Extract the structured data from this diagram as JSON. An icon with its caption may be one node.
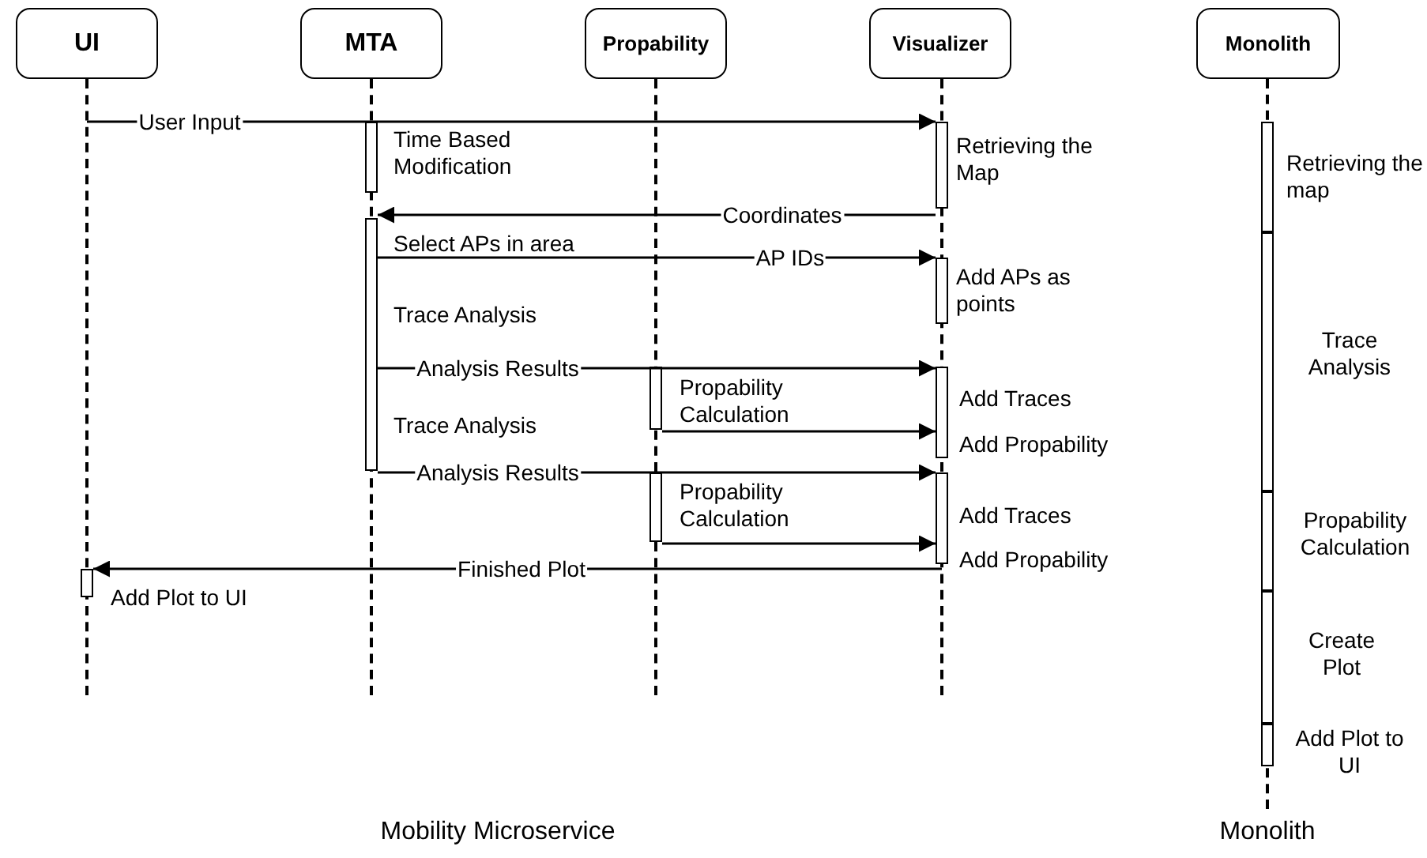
{
  "diagram": {
    "nodes": [
      {
        "text": [
          "UI"
        ]
      },
      {
        "text": [
          "MTA"
        ]
      },
      {
        "text": [
          "Propability"
        ]
      },
      {
        "text": [
          "Visualizer"
        ]
      },
      {
        "text": [
          "Monolith"
        ]
      },
      {
        "text": [],
        "shape": "line"
      },
      {
        "text": [],
        "shape": "line"
      },
      {
        "text": [],
        "shape": "line"
      },
      {
        "text": [],
        "shape": "line"
      },
      {
        "text": [],
        "shape": "line"
      },
      {
        "text": [],
        "shape": "bar",
        "beside": [
          "Time Based Modification"
        ]
      },
      {
        "text": [],
        "shape": "bar",
        "beside": [
          "Retrieving the Map"
        ]
      },
      {
        "text": [],
        "shape": "bar",
        "beside": [
          "Select APs in area",
          "Trace Analysis",
          "Trace Analysis"
        ]
      },
      {
        "text": [],
        "shape": "bar",
        "beside": [
          "Add APs as points"
        ]
      },
      {
        "text": [],
        "shape": "bar",
        "beside": [
          "Propability Calculation"
        ]
      },
      {
        "text": [],
        "shape": "bar",
        "beside": [
          "Add Traces",
          "Add Propability"
        ]
      },
      {
        "text": [],
        "shape": "bar",
        "beside": [
          "Propability Calculation"
        ]
      },
      {
        "text": [],
        "shape": "bar",
        "beside": [
          "Add Traces",
          "Add Propability"
        ]
      },
      {
        "text": [],
        "shape": "bar",
        "beside": [
          "Add Plot to UI"
        ]
      },
      {
        "text": [],
        "shape": "bar",
        "beside": [
          "Retrieving the map"
        ]
      },
      {
        "text": [],
        "shape": "bar",
        "beside": [
          "Trace Analysis"
        ]
      },
      {
        "text": [],
        "shape": "bar",
        "beside": [
          "Propability Calculation"
        ]
      },
      {
        "text": [],
        "shape": "bar",
        "beside": [
          "Create Plot"
        ]
      },
      {
        "text": [],
        "shape": "bar",
        "beside": [
          "Add Plot to UI"
        ]
      }
    ],
    "edges": [
      {
        "from": 5,
        "to": 11,
        "arrow": "to",
        "label": "User Input"
      },
      {
        "from": 11,
        "to": 12,
        "arrow": "to",
        "label": "Coordinates"
      },
      {
        "from": 12,
        "to": 13,
        "arrow": "to",
        "label": "AP IDs"
      },
      {
        "from": 12,
        "to": 15,
        "arrow": "to",
        "label": "Analysis Results"
      },
      {
        "from": 14,
        "to": 15,
        "arrow": "to"
      },
      {
        "from": 12,
        "to": 17,
        "arrow": "to",
        "label": "Analysis Results"
      },
      {
        "from": 16,
        "to": 17,
        "arrow": "to"
      },
      {
        "from": 8,
        "to": 18,
        "arrow": "to",
        "label": "Finished Plot"
      }
    ],
    "labels": [
      "Mobility Microservice",
      "Monolith"
    ]
  }
}
